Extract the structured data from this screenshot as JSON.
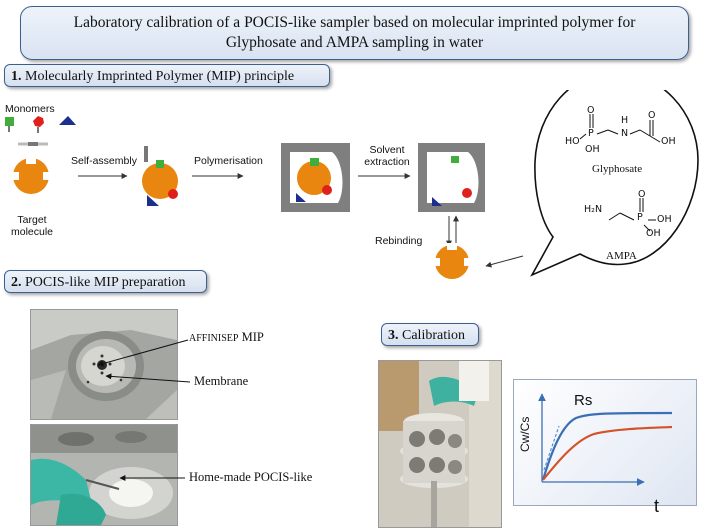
{
  "title": {
    "line1": "Laboratory calibration of a POCIS-like sampler based on molecular imprinted polymer for",
    "line2": "Glyphosate and AMPA sampling in water"
  },
  "section1": {
    "number": "1.",
    "label": "Molecularly Imprinted Polymer (MIP) principle"
  },
  "section2": {
    "number": "2.",
    "label": "POCIS-like MIP preparation"
  },
  "section3": {
    "number": "3.",
    "label": "Calibration"
  },
  "mip": {
    "monomers": "Monomers",
    "target_line1": "Target",
    "target_line2": "molecule",
    "self_assembly": "Self-assembly",
    "polymerisation": "Polymerisation",
    "solvent_line1": "Solvent",
    "solvent_line2": "extraction",
    "rebinding": "Rebinding"
  },
  "molecules": {
    "glyphosate": "Glyphosate",
    "ampa": "AMPA",
    "gly_o": "O",
    "gly_p": "P",
    "gly_ho": "HO",
    "gly_oh": "OH",
    "gly_n": "N",
    "gly_h": "H",
    "gly_o2": "O",
    "gly_oh2": "OH",
    "ampa_h2n": "H₂N",
    "ampa_o": "O",
    "ampa_p": "P",
    "ampa_oh1": "OH",
    "ampa_oh2": "OH"
  },
  "prep": {
    "affinisep_prefix": "AFFINISEP",
    "affinisep_suffix": "MIP",
    "membrane": "Membrane",
    "home_made": "Home-made POCIS-like"
  },
  "calibration_chart": {
    "ylabel": "Cw/Cs",
    "xlabel": "t",
    "series_label": "Rs"
  },
  "colors": {
    "accent_border": "#3d5f8f",
    "target_orange": "#e8860f",
    "monomer_green": "#3fae3a",
    "monomer_red": "#e0211b",
    "monomer_blue": "#1d2f8e",
    "polymer_grey": "#7f7f7f",
    "curve_blue": "#3b6fb5",
    "curve_red": "#d3522a"
  }
}
